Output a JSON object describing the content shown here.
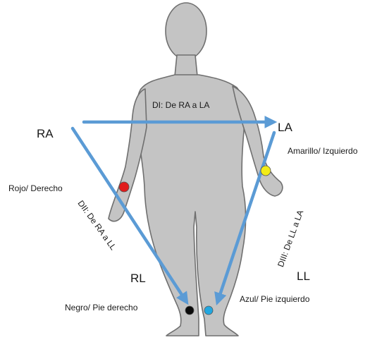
{
  "leads": {
    "lead_i": "DI: De RA a LA",
    "lead_ii": "DII: De RA a LL",
    "lead_iii": "DIII: De LL a LA"
  },
  "limbs": {
    "ra": "RA",
    "la": "LA",
    "rl": "RL",
    "ll": "LL"
  },
  "electrodes": {
    "red": {
      "label": "Rojo/ Derecho",
      "color": "#e01b1b"
    },
    "yellow": {
      "label": "Amarillo/ Izquierdo",
      "color": "#f2ec17"
    },
    "black": {
      "label": "Negro/ Pie derecho",
      "color": "#0a0a0a"
    },
    "blue": {
      "label": "Azul/ Pie izquierdo",
      "color": "#22a7e0"
    }
  },
  "colors": {
    "arrow": "#5b9bd5",
    "body_fill": "#c4c4c4",
    "body_outline": "#6f6f6f"
  }
}
